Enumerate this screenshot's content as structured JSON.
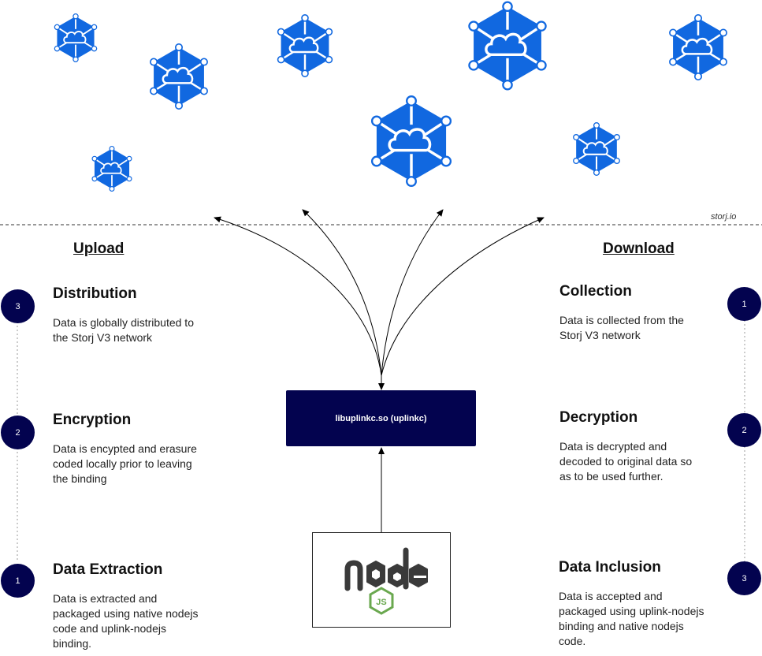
{
  "colors": {
    "storj_blue": "#1168E0",
    "navy": "#03034F",
    "node_dark": "#3a3a3a",
    "node_green": "#6aa84f"
  },
  "watermark": "storj.io",
  "storj_nodes_icon": "storj-network-node-icon",
  "upload": {
    "title": "Upload",
    "steps": [
      {
        "number": "3",
        "title": "Distribution",
        "desc": [
          "Data is globally distributed to",
          "the Storj V3 network"
        ]
      },
      {
        "number": "2",
        "title": "Encryption",
        "desc": [
          "Data is encypted and erasure",
          "coded locally prior to leaving",
          "the binding"
        ]
      },
      {
        "number": "1",
        "title": "Data Extraction",
        "desc": [
          "Data is extracted and",
          "packaged using native nodejs",
          "code and uplink-nodejs",
          "binding."
        ]
      }
    ]
  },
  "download": {
    "title": "Download",
    "steps": [
      {
        "number": "1",
        "title": "Collection",
        "desc": [
          "Data is collected from the",
          "Storj V3 network"
        ]
      },
      {
        "number": "2",
        "title": "Decryption",
        "desc": [
          "Data is decrypted and",
          "decoded to original data so",
          "as to be used further."
        ]
      },
      {
        "number": "3",
        "title": "Data Inclusion",
        "desc": [
          "Data is accepted and",
          "packaged using uplink-nodejs",
          "binding and native nodejs",
          "code."
        ]
      }
    ]
  },
  "library": {
    "label": "libuplinkc.so (uplinkc)"
  },
  "nodejs_logo": {
    "icon": "nodejs-logo-icon",
    "word": "node",
    "badge": "JS"
  }
}
